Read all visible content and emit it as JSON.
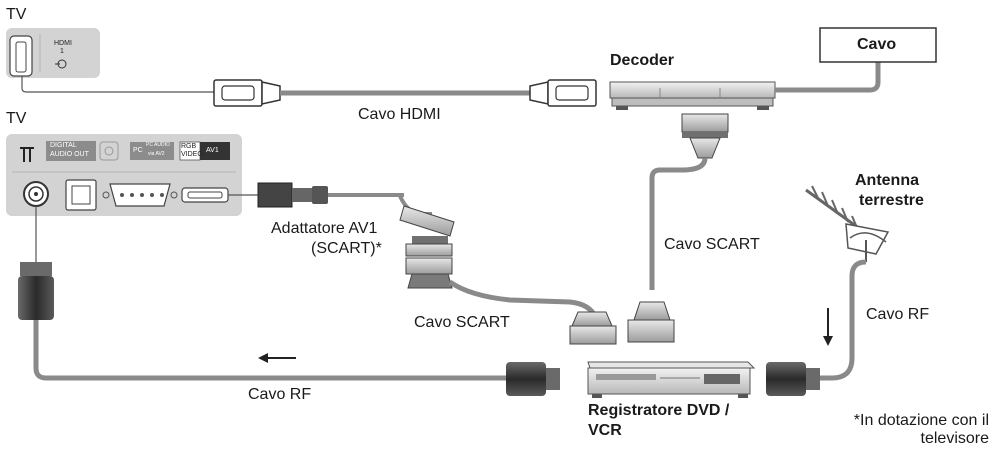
{
  "tv_labels": {
    "top": "TV",
    "bottom": "TV"
  },
  "hdmi_panel": {
    "port_name": "HDMI",
    "port_number": "1"
  },
  "av_panel": {
    "digital_audio_line1": "DIGITAL",
    "digital_audio_line2": "AUDIO OUT",
    "pc_label": "PC",
    "pc_sub1": "PC AUDIO",
    "pc_sub2": "via AV2",
    "rgb_label": "RGB",
    "video_label": "VIDEO",
    "av1_label": "AV1"
  },
  "labels": {
    "cavo_box": "Cavo",
    "decoder": "Decoder",
    "hdmi_cable": "Cavo HDMI",
    "adapter_line1": "Adattatore AV1",
    "adapter_line2": "(SCART)*",
    "scart_cable_right": "Cavo SCART",
    "scart_cable_left": "Cavo SCART",
    "antenna_line1": "Antenna",
    "antenna_line2": "terrestre",
    "rf_cable_right": "Cavo RF",
    "rf_cable_bottom": "Cavo RF",
    "recorder_line1": "Registratore DVD /",
    "recorder_line2": "VCR",
    "footnote_line1": "*In dotazione con il",
    "footnote_line2": "televisore"
  },
  "colors": {
    "panel_gray": "#d3d3d3",
    "cable_gray": "#808080",
    "connector_dark": "#3a3a3a",
    "device_gray": "#c8c8c8"
  }
}
